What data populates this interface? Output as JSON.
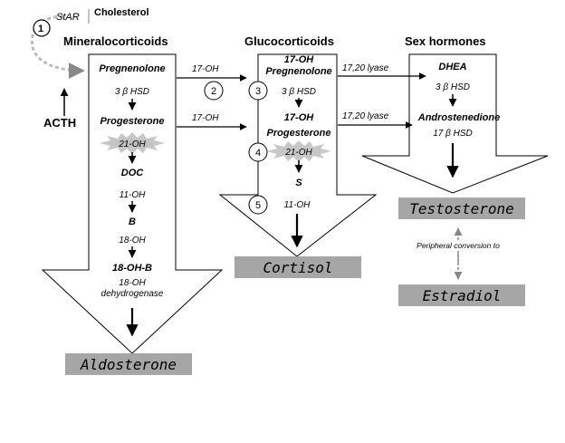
{
  "top": {
    "star": "StAR",
    "cholesterol": "Cholesterol",
    "acth": "ACTH",
    "step1": "1"
  },
  "headers": {
    "mineral": "Mineralocorticoids",
    "gluco": "Glucocorticoids",
    "sex": "Sex hormones"
  },
  "mineral": {
    "pregnenolone": "Pregnenolone",
    "hsd": "3 β HSD",
    "progesterone": "Progesterone",
    "oh21": "21-OH",
    "doc": "DOC",
    "oh11": "11-OH",
    "b": "B",
    "oh18": "18-OH",
    "oh18b": "18-OH-B",
    "dh1": "18-OH",
    "dh2": "dehydrogenase"
  },
  "gluco": {
    "preg1": "17-OH",
    "preg2": "Pregnenolone",
    "hsd": "3 β HSD",
    "prog1": "17-OH",
    "prog2": "Progesterone",
    "oh21": "21-OH",
    "s": "S",
    "oh11": "11-OH"
  },
  "sex": {
    "dhea": "DHEA",
    "hsd3": "3 β HSD",
    "andro": "Androstenedione",
    "hsd17": "17 β HSD"
  },
  "links": {
    "oh17a": "17-OH",
    "oh17b": "17-OH",
    "lyase1": "17,20 lyase",
    "lyase2": "17,20 lyase",
    "peripheral": "Peripheral conversion to"
  },
  "steps": {
    "s2": "2",
    "s3": "3",
    "s4": "4",
    "s5": "5"
  },
  "products": {
    "aldosterone": "Aldosterone",
    "cortisol": "Cortisol",
    "testosterone": "Testosterone",
    "estradiol": "Estradiol"
  },
  "colors": {
    "product_box": "#a6a6a6"
  }
}
